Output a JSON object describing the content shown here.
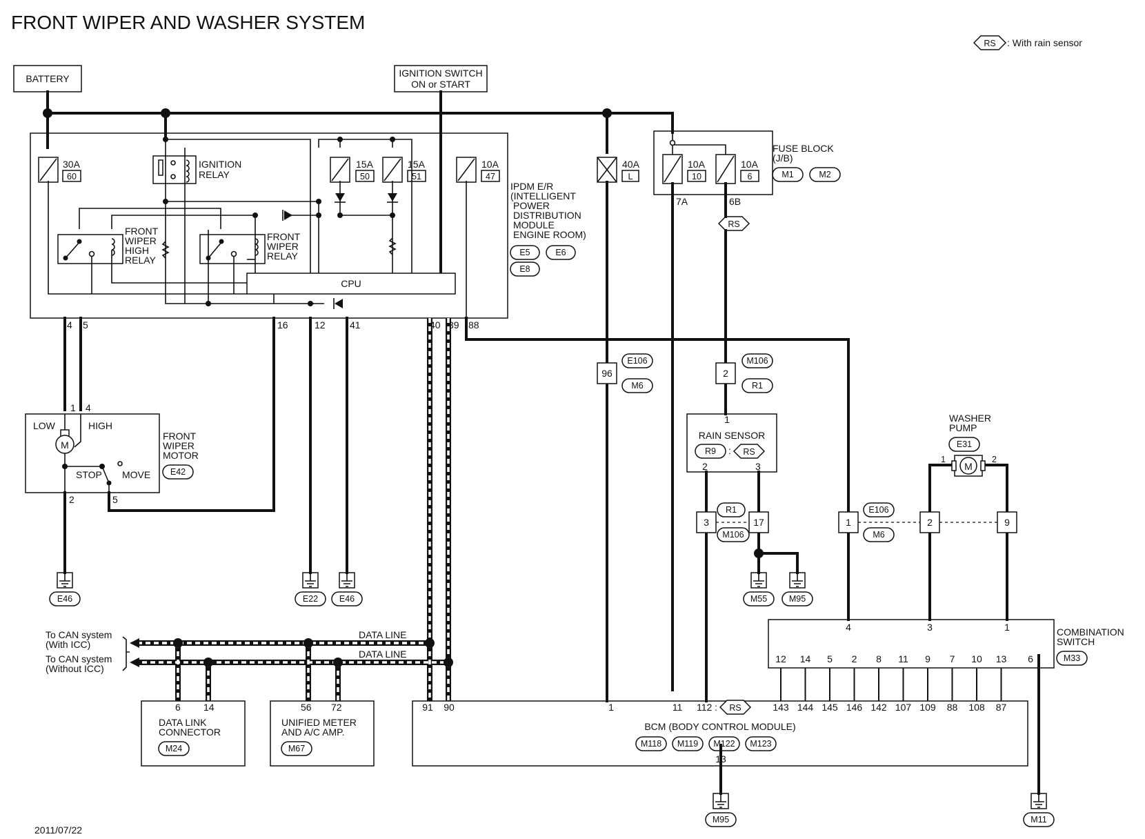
{
  "title": "FRONT WIPER AND WASHER SYSTEM",
  "legend": {
    "rs_symbol": "RS",
    "rs_text": ": With rain sensor"
  },
  "date": "2011/07/22",
  "battery": {
    "label": "BATTERY"
  },
  "ignition_switch": {
    "line1": "IGNITION SWITCH",
    "line2": "ON or START"
  },
  "ipdm": {
    "label_lines": [
      "IPDM E/R",
      "(INTELLIGENT",
      "POWER",
      "DISTRIBUTION",
      "MODULE",
      "ENGINE ROOM)"
    ],
    "connectors": [
      "E5",
      "E6",
      "E8"
    ],
    "fuse_30a": {
      "rating": "30A",
      "number": "60"
    },
    "fuse_15a_a": {
      "rating": "15A",
      "number": "50"
    },
    "fuse_15a_b": {
      "rating": "15A",
      "number": "51"
    },
    "fuse_10a": {
      "rating": "10A",
      "number": "47"
    },
    "ignition_relay": [
      "IGNITION",
      "RELAY"
    ],
    "front_wiper_high_relay": [
      "FRONT",
      "WIPER",
      "HIGH",
      "RELAY"
    ],
    "front_wiper_relay": [
      "FRONT",
      "WIPER",
      "RELAY"
    ],
    "cpu": "CPU",
    "pins": {
      "p4": "4",
      "p5": "5",
      "p16": "16",
      "p12": "12",
      "p41": "41",
      "p40": "40",
      "p39": "39",
      "p88": "88"
    }
  },
  "fusible_link": {
    "rating": "40A",
    "number": "L"
  },
  "fuse_block": {
    "label_lines": [
      "FUSE BLOCK",
      "(J/B)"
    ],
    "connectors": [
      "M1",
      "M2"
    ],
    "fuse_a": {
      "rating": "10A",
      "number": "10"
    },
    "fuse_b": {
      "rating": "10A",
      "number": "6"
    },
    "pin_7a": "7A",
    "pin_6b": "6B"
  },
  "junction_96": {
    "pin": "96",
    "connectors": [
      "E106",
      "M6"
    ]
  },
  "junction_2": {
    "pin": "2",
    "connectors": [
      "M106",
      "R1"
    ]
  },
  "front_wiper_motor": {
    "label_lines": [
      "FRONT",
      "WIPER",
      "MOTOR"
    ],
    "connector": "E42",
    "low": "LOW",
    "high": "HIGH",
    "stop": "STOP",
    "move": "MOVE",
    "motor_symbol": "M",
    "pins": {
      "p1": "1",
      "p4": "4",
      "p2": "2",
      "p5": "5"
    }
  },
  "rain_sensor": {
    "label": "RAIN SENSOR",
    "connector": "R9",
    "pins": {
      "p1": "1",
      "p2": "2",
      "p3": "3"
    }
  },
  "junction_3_17": {
    "pin_a": "3",
    "pin_b": "17",
    "connectors": [
      "R1",
      "M106"
    ]
  },
  "junction_1_2_9": {
    "pins": [
      "1",
      "2",
      "9"
    ],
    "connectors": [
      "E106",
      "M6"
    ]
  },
  "washer_pump": {
    "label_lines": [
      "WASHER",
      "PUMP"
    ],
    "connector": "E31",
    "motor_symbol": "M",
    "pins": {
      "p1": "1",
      "p2": "2"
    }
  },
  "grounds": {
    "g1": "E46",
    "g2": "E22",
    "g3": "E46",
    "g4": "M55",
    "g5": "M95",
    "g6": "M95",
    "g7": "M11"
  },
  "can_bus": {
    "line1_label": "DATA LINE",
    "line2_label": "DATA LINE",
    "line1_dest": [
      "To CAN system",
      "(With ICC)"
    ],
    "line2_dest": [
      "To CAN system",
      "(Without ICC)"
    ]
  },
  "data_link_connector": {
    "label_lines": [
      "DATA LINK",
      "CONNECTOR"
    ],
    "connector": "M24",
    "pins": [
      "6",
      "14"
    ]
  },
  "unified_meter": {
    "label_lines": [
      "UNIFIED METER",
      "AND A/C AMP."
    ],
    "connector": "M67",
    "pins": [
      "56",
      "72"
    ]
  },
  "combination_switch": {
    "label_lines": [
      "COMBINATION",
      "SWITCH"
    ],
    "connector": "M33",
    "top_pins": [
      "4",
      "3",
      "1"
    ],
    "bottom_pins": [
      "12",
      "14",
      "5",
      "2",
      "8",
      "11",
      "9",
      "7",
      "10",
      "13",
      "6"
    ]
  },
  "bcm": {
    "label": "BCM (BODY CONTROL MODULE)",
    "connectors": [
      "M118",
      "M119",
      "M122",
      "M123"
    ],
    "pins_left": [
      "91",
      "90",
      "1",
      "11"
    ],
    "pin_112": "112",
    "pins_right": [
      "143",
      "144",
      "145",
      "146",
      "142",
      "107",
      "109",
      "88",
      "108",
      "87"
    ],
    "pin_ground": "13"
  }
}
